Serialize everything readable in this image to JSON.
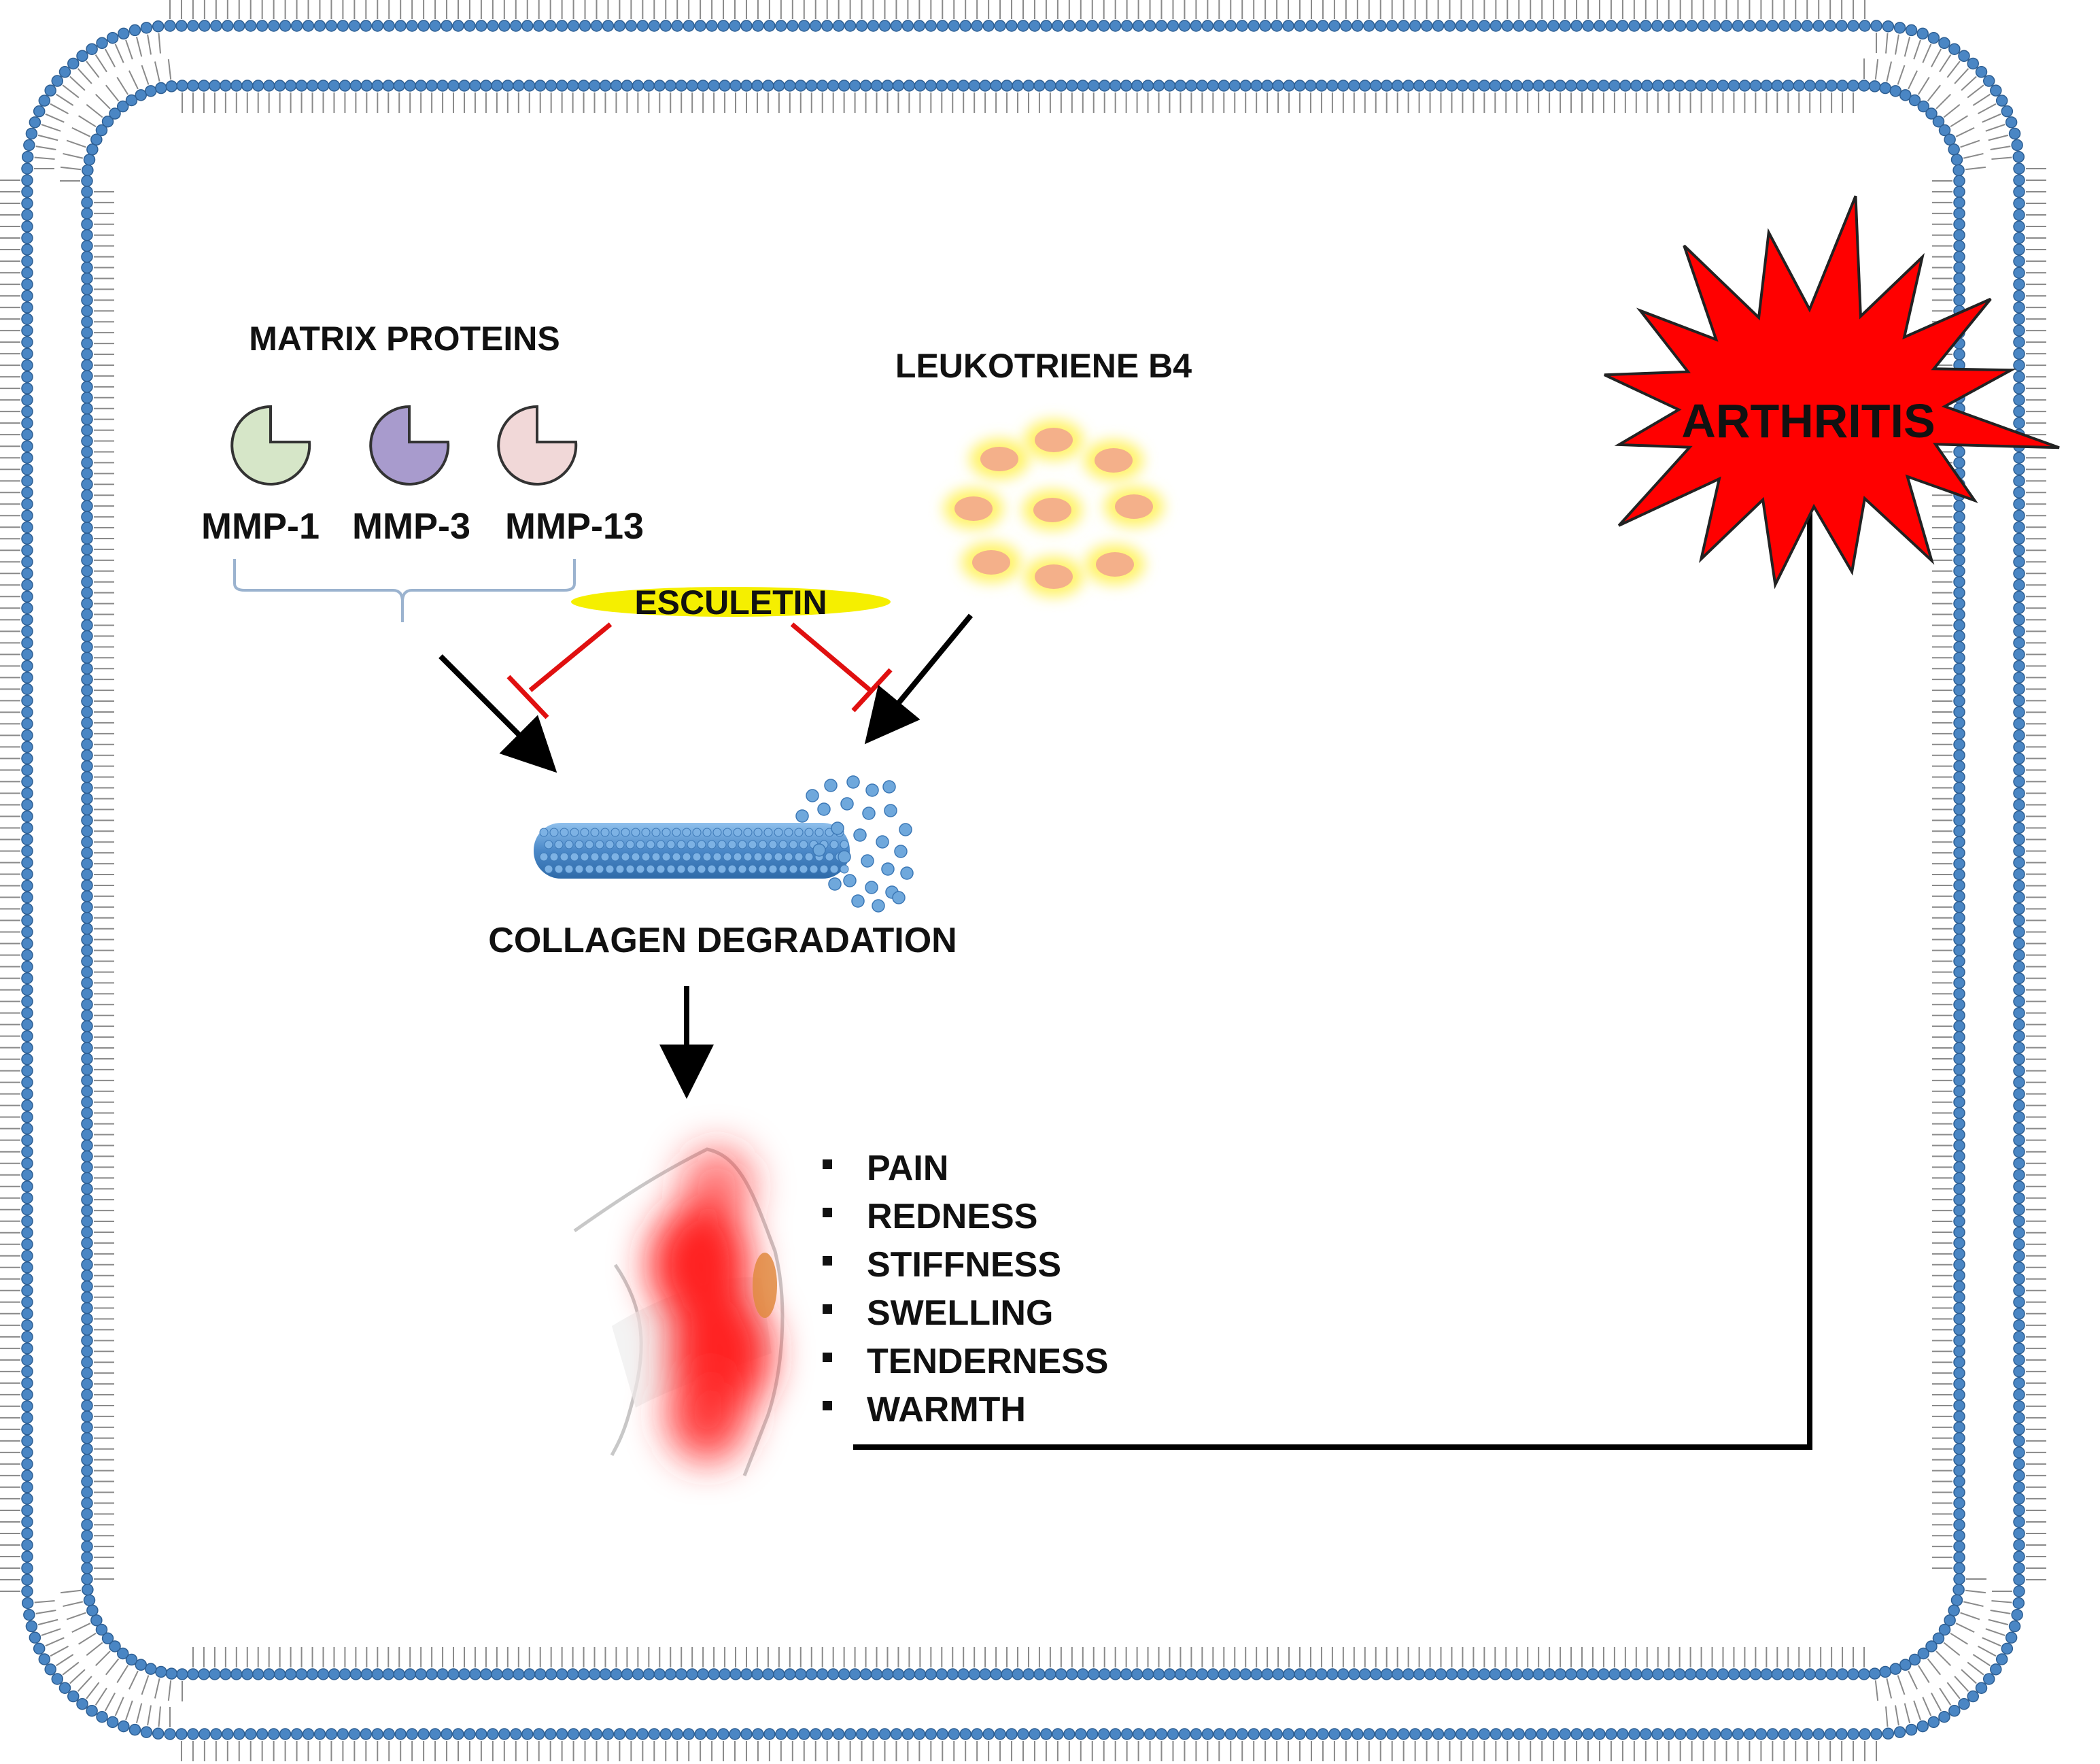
{
  "matrix_proteins": {
    "title": "MATRIX PROTEINS",
    "items": [
      {
        "label": "MMP-1",
        "color": "#d6e6c8"
      },
      {
        "label": "MMP-3",
        "color": "#a89bcd"
      },
      {
        "label": "MMP-13",
        "color": "#f1d8d8"
      }
    ]
  },
  "leukotriene": {
    "label": "LEUKOTRIENE B4"
  },
  "esculetin": {
    "label": "ESCULETIN"
  },
  "collagen": {
    "label": "COLLAGEN DEGRADATION"
  },
  "symptoms": [
    "PAIN",
    "REDNESS",
    "STIFFNESS",
    "SWELLING",
    "TENDERNESS",
    "WARMTH"
  ],
  "arthritis": {
    "label": "ARTHRITIS"
  },
  "colors": {
    "membrane": "#4a86c4",
    "membrane_tail": "#8a8a8a",
    "inhibition": "#e01010",
    "arrow": "#000000",
    "esculetin_fill": "#f5ef00",
    "arthritis_fill": "#ff0000",
    "leukotriene_fill": "#f4b08a",
    "leukotriene_glow": "#fff36a",
    "collagen": "#5b9bd5",
    "inflammation": "#ff2020"
  }
}
